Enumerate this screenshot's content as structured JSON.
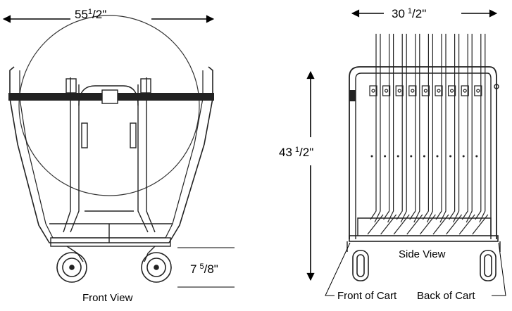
{
  "dims": {
    "front_width": {
      "whole": "55",
      "frac": "1",
      "rest": "/2\""
    },
    "side_width": {
      "whole": "30",
      "frac": "1",
      "rest": "/2\""
    },
    "height": {
      "whole": "43",
      "frac": "1",
      "rest": "/2\""
    },
    "clearance": {
      "whole": "7",
      "frac": "5",
      "rest": "/8\""
    }
  },
  "labels": {
    "front_view": "Front View",
    "side_view": "Side View",
    "front_of_cart": "Front of Cart",
    "back_of_cart": "Back of Cart"
  }
}
